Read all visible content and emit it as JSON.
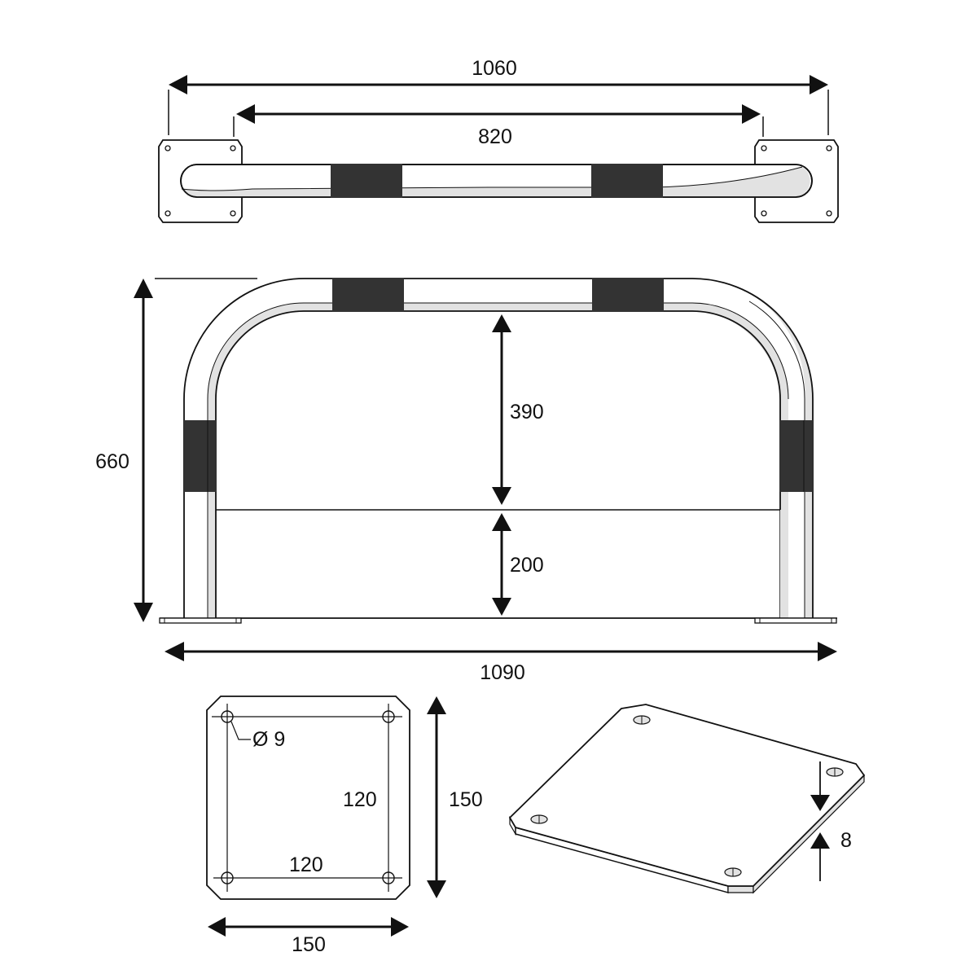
{
  "colors": {
    "line": "#111111",
    "stripe": "#333333",
    "shade": "#e2e2e2",
    "background": "#ffffff"
  },
  "top_view": {
    "overall_width_label": "1060",
    "inner_width_label": "820"
  },
  "front_view": {
    "height_label": "660",
    "clearance_label": "390",
    "lower_panel_label": "200",
    "base_width_label": "1090"
  },
  "base_plate_plan": {
    "hole_diameter_label": "Ø 9",
    "hole_spacing_vertical_label": "120",
    "hole_spacing_horizontal_label": "120",
    "plate_height_label": "150",
    "plate_width_label": "150"
  },
  "base_plate_iso": {
    "thickness_label": "8"
  }
}
